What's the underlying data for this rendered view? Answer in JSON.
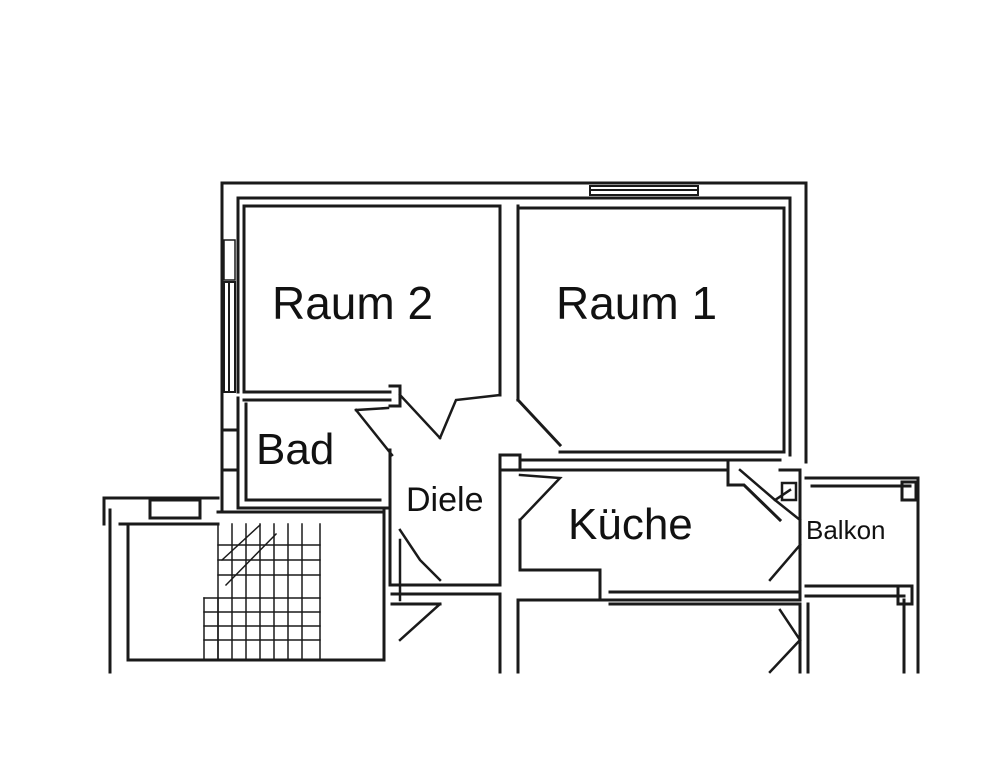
{
  "floorplan": {
    "rooms": [
      {
        "key": "raum2",
        "label": "Raum 2"
      },
      {
        "key": "raum1",
        "label": "Raum 1"
      },
      {
        "key": "bad",
        "label": "Bad"
      },
      {
        "key": "diele",
        "label": "Diele"
      },
      {
        "key": "kuche",
        "label": "Küche"
      },
      {
        "key": "balkon",
        "label": "Balkon"
      }
    ]
  }
}
